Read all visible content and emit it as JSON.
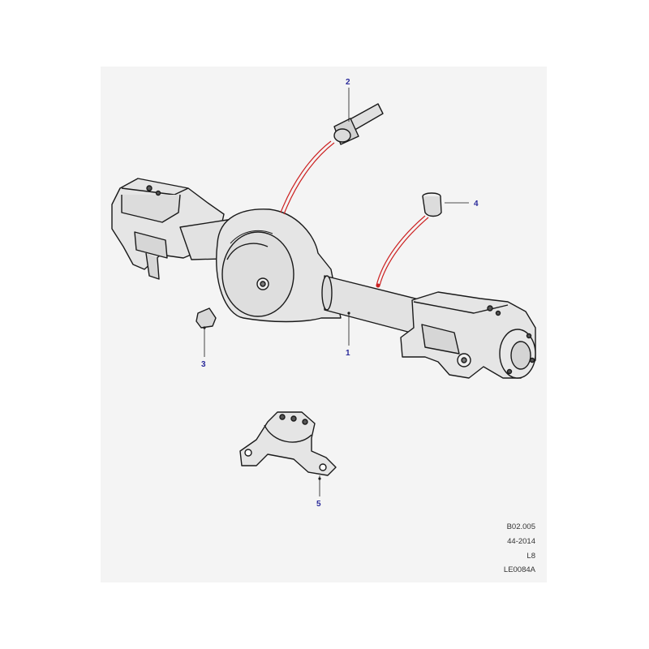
{
  "callouts": {
    "c1": "1",
    "c2": "2",
    "c3": "3",
    "c4": "4",
    "c5": "5"
  },
  "reference": {
    "line1": "B02.005",
    "line2": "44-2014",
    "line3": "L8",
    "line4": "LE0084A"
  },
  "colors": {
    "callout_text": "#2a2a9a",
    "leader_line": "#cc2222",
    "part_fill": "#e5e5e5",
    "outline": "#1a1a1a",
    "panel_bg": "#f4f4f4"
  }
}
